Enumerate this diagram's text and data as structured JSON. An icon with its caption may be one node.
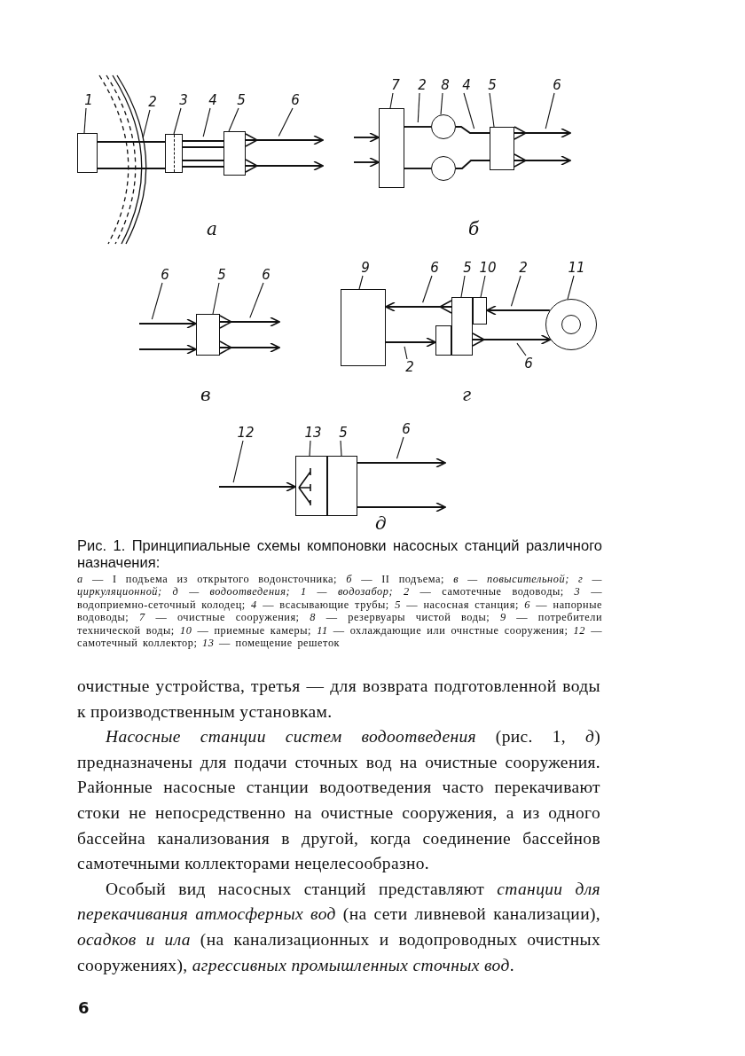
{
  "diagram": {
    "caption": "Рис. 1. Принципиальные схемы компоновки насосных станций различного назначения:",
    "nodes": [
      {
        "text": [
          "1"
        ]
      },
      {
        "text": [
          "2"
        ]
      },
      {
        "text": [
          "3"
        ]
      },
      {
        "text": [
          "4"
        ]
      },
      {
        "text": [
          "5"
        ]
      },
      {
        "text": [
          "6"
        ]
      },
      {
        "text": [],
        "shape": "box"
      },
      {
        "text": [],
        "shape": "box"
      },
      {
        "text": [],
        "shape": "box"
      },
      {
        "text": [
          "7"
        ]
      },
      {
        "text": [
          "2"
        ]
      },
      {
        "text": [
          "8"
        ]
      },
      {
        "text": [
          "4"
        ]
      },
      {
        "text": [
          "5"
        ]
      },
      {
        "text": [
          "6"
        ]
      },
      {
        "text": [],
        "shape": "box"
      },
      {
        "text": [],
        "shape": "circle"
      },
      {
        "text": [],
        "shape": "circle"
      },
      {
        "text": [],
        "shape": "box"
      },
      {
        "text": [
          "6"
        ]
      },
      {
        "text": [
          "5"
        ]
      },
      {
        "text": [
          "6"
        ]
      },
      {
        "text": [],
        "shape": "box"
      },
      {
        "text": [
          "9"
        ]
      },
      {
        "text": [
          "6"
        ]
      },
      {
        "text": [
          "5"
        ]
      },
      {
        "text": [
          "10"
        ]
      },
      {
        "text": [
          "2"
        ]
      },
      {
        "text": [
          "11"
        ]
      },
      {
        "text": [
          "2"
        ]
      },
      {
        "text": [
          "6"
        ]
      },
      {
        "text": [],
        "shape": "box"
      },
      {
        "text": [],
        "shape": "box"
      },
      {
        "text": [],
        "shape": "box"
      },
      {
        "text": [],
        "shape": "box"
      },
      {
        "text": [],
        "shape": "circle"
      },
      {
        "text": [
          "12"
        ]
      },
      {
        "text": [
          "13"
        ]
      },
      {
        "text": [
          "5"
        ]
      },
      {
        "text": [
          "6"
        ]
      },
      {
        "text": [],
        "shape": "box"
      },
      {
        "text": [],
        "shape": "box"
      }
    ],
    "edges": [
      {
        "from": 0,
        "to": 6,
        "arrow": "none"
      },
      {
        "from": 1,
        "to": null,
        "arrow": "none"
      },
      {
        "from": 2,
        "to": 7,
        "arrow": "none"
      },
      {
        "from": 3,
        "to": null,
        "arrow": "none"
      },
      {
        "from": 4,
        "to": 8,
        "arrow": "none"
      },
      {
        "from": 5,
        "to": null,
        "arrow": "none"
      },
      {
        "from": 6,
        "to": 7,
        "arrow": "none"
      },
      {
        "from": 6,
        "to": 7,
        "arrow": "none"
      },
      {
        "from": 7,
        "to": 8,
        "arrow": "none"
      },
      {
        "from": 7,
        "to": 8,
        "arrow": "none"
      },
      {
        "from": 7,
        "to": 8,
        "arrow": "none"
      },
      {
        "from": 7,
        "to": 8,
        "arrow": "none"
      },
      {
        "from": 8,
        "to": null,
        "arrow": "to"
      },
      {
        "from": 8,
        "to": null,
        "arrow": "to"
      },
      {
        "from": 9,
        "to": 15,
        "arrow": "none"
      },
      {
        "from": 10,
        "to": null,
        "arrow": "none"
      },
      {
        "from": 11,
        "to": 16,
        "arrow": "none"
      },
      {
        "from": 12,
        "to": null,
        "arrow": "none"
      },
      {
        "from": 13,
        "to": 18,
        "arrow": "none"
      },
      {
        "from": 14,
        "to": null,
        "arrow": "none"
      },
      {
        "from": null,
        "to": 15,
        "arrow": "to"
      },
      {
        "from": null,
        "to": 15,
        "arrow": "to"
      },
      {
        "from": 15,
        "to": 16,
        "arrow": "none"
      },
      {
        "from": 15,
        "to": 17,
        "arrow": "none"
      },
      {
        "from": 16,
        "to": 18,
        "arrow": "none"
      },
      {
        "from": 17,
        "to": 18,
        "arrow": "none"
      },
      {
        "from": 18,
        "to": null,
        "arrow": "to"
      },
      {
        "from": 18,
        "to": null,
        "arrow": "to"
      },
      {
        "from": 19,
        "to": null,
        "arrow": "none"
      },
      {
        "from": 20,
        "to": 22,
        "arrow": "none"
      },
      {
        "from": 21,
        "to": null,
        "arrow": "none"
      },
      {
        "from": null,
        "to": 22,
        "arrow": "to"
      },
      {
        "from": null,
        "to": 22,
        "arrow": "to"
      },
      {
        "from": 22,
        "to": null,
        "arrow": "to"
      },
      {
        "from": 22,
        "to": null,
        "arrow": "to"
      },
      {
        "from": 23,
        "to": 31,
        "arrow": "none"
      },
      {
        "from": 24,
        "to": null,
        "arrow": "none"
      },
      {
        "from": 25,
        "to": 32,
        "arrow": "none"
      },
      {
        "from": 26,
        "to": 33,
        "arrow": "none"
      },
      {
        "from": 27,
        "to": null,
        "arrow": "none"
      },
      {
        "from": 28,
        "to": 35,
        "arrow": "none"
      },
      {
        "from": 29,
        "to": null,
        "arrow": "none"
      },
      {
        "from": 30,
        "to": null,
        "arrow": "none"
      },
      {
        "from": 35,
        "to": 33,
        "arrow": "to"
      },
      {
        "from": 32,
        "to": 31,
        "arrow": "to"
      },
      {
        "from": 31,
        "to": 34,
        "arrow": "to"
      },
      {
        "from": 32,
        "to": 35,
        "arrow": "to"
      },
      {
        "from": 36,
        "to": null,
        "arrow": "none"
      },
      {
        "from": 37,
        "to": 40,
        "arrow": "none"
      },
      {
        "from": 38,
        "to": 41,
        "arrow": "none"
      },
      {
        "from": 39,
        "to": null,
        "arrow": "none"
      },
      {
        "from": null,
        "to": 40,
        "arrow": "to"
      },
      {
        "from": 41,
        "to": null,
        "arrow": "to"
      },
      {
        "from": 41,
        "to": null,
        "arrow": "to"
      }
    ],
    "labels": [
      "а",
      "б",
      "в",
      "г",
      "д",
      "*а* — I подъема из открытого водонсточника; *б* — II подъема; *в — повысительной; г — циркуляционной; д — водоотведения; 1 — водозабор; 2* — самотечные водоводы; *3* — водоприемно-сеточный колодец; *4* — всасывающие трубы; *5* — насосная станция; *6* — напорные водоводы; *7* — очистные сооружения; *8* — резервуары чистой воды; *9* — потребители технической воды; *10* — приемные камеры; *11* — охлаждающие или очнстные сооружения; *12* — самотечный коллектор; *13* — помещение решеток",
      "очистные устройства, третья — для возврата подготовленной воды к производственным установкам.",
      "*Насосные станции систем водоотведения* (рис. 1, *д*) предназначены для подачи сточных вод на очистные сооружения. Районные насосные станции водоотведения часто перекачивают стоки не непосредственно на очистные сооружения, а из одного бассейна канализования в другой, когда соединение бассейнов самотечными коллекторами нецелесообразно.",
      "Особый вид насосных станций представляют *станции для перекачивания атмосферных вод* (на сети ливневой канализации), *осадков и ила* (на канализационных и водопроводных очистных сооружениях), *агрессивных промышленных сточных вод*.",
      "6"
    ]
  }
}
